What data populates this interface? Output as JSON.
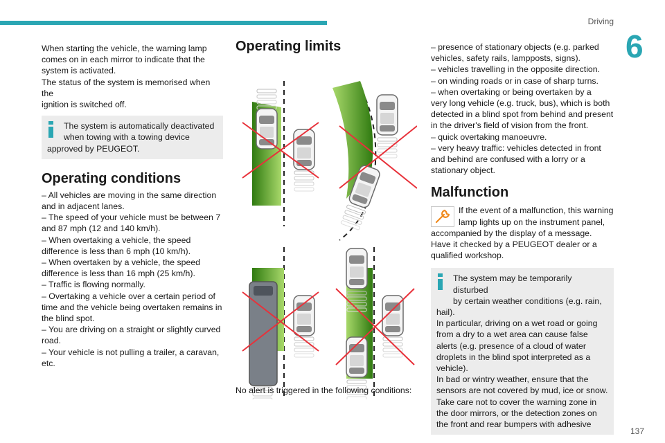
{
  "header": {
    "section": "Driving",
    "chapter": "6",
    "page": "137"
  },
  "colors": {
    "accent": "#2aa6b3",
    "green": "#4a9a1a",
    "cross": "#e8313a"
  },
  "col1": {
    "intro": [
      "When starting the vehicle, the warning lamp",
      "comes on in each mirror to indicate that the",
      "system is activated.",
      "The status of the system is memorised when the",
      "ignition is switched off."
    ],
    "info_icon": "info-icon",
    "info": [
      "The system is automatically deactivated",
      "when towing with a towing device",
      "approved by PEUGEOT."
    ],
    "conditions_title": "Operating conditions",
    "conditions": [
      "– All vehicles are moving in the same direction",
      "and in adjacent lanes.",
      "– The speed of your vehicle must be between 7",
      "and 87 mph (12 and 140 km/h).",
      "– When overtaking a vehicle, the speed",
      "difference is less than 6 mph (10 km/h).",
      "– When overtaken by a vehicle, the speed",
      "difference is less than 16 mph (25 km/h).",
      "– Traffic is flowing normally.",
      "– Overtaking a vehicle over a certain period of",
      "time and the vehicle being overtaken remains in",
      "the blind spot.",
      "– You are driving on a straight or slightly curved",
      "road.",
      "– Your vehicle is not pulling a trailer, a caravan,",
      "etc."
    ]
  },
  "col2": {
    "limits_title": "Operating limits",
    "caption": "No alert is triggered in the following conditions:"
  },
  "col3": {
    "limits": [
      "– presence of stationary objects (e.g. parked",
      "vehicles, safety rails, lampposts, signs).",
      "– vehicles travelling in the opposite direction.",
      "– on winding roads or in case of sharp turns.",
      "– when overtaking or being overtaken by a",
      "very long vehicle (e.g. truck, bus), which is both",
      "detected in a blind spot from behind and present",
      "in the driver's field of vision from the front.",
      "– quick overtaking manoeuvre.",
      "– very heavy traffic: vehicles detected in front",
      "and behind are confused with a lorry or a",
      "stationary object."
    ],
    "malfunction_title": "Malfunction",
    "warning_icon": "wrench-warning-icon",
    "malfunction": [
      "If the event of a malfunction, this warning",
      "lamp lights up on the instrument panel,",
      "accompanied by the display of a message.",
      "Have it checked by a PEUGEOT dealer or a",
      "qualified workshop."
    ],
    "info": [
      "The system may be temporarily disturbed",
      "by certain weather conditions (e.g. rain,",
      "hail).",
      "In particular, driving on a wet road or going",
      "from a dry to a wet area can cause false",
      "alerts (e.g. presence of a cloud of water",
      "droplets in the blind spot interpreted as a",
      "vehicle).",
      "In bad or wintry weather, ensure that the",
      "sensors are not covered by mud, ice or snow.",
      "Take care not to cover the warning zone in",
      "the door mirrors, or the detection zones on",
      "the front and rear bumpers with adhesive"
    ]
  }
}
